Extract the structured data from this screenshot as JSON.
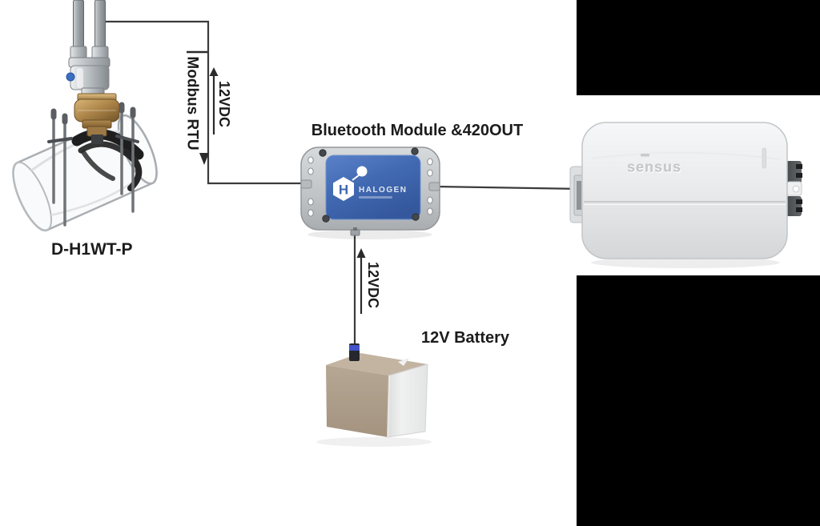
{
  "diagram": {
    "flow_sensor": {
      "label": "D-H1WT-P"
    },
    "module": {
      "title": "Bluetooth Module &420OUT",
      "logo_letter": "H",
      "logo_text": "HALOGEN"
    },
    "receiver": {
      "brand": "sensus"
    },
    "battery": {
      "label": "12V Battery"
    },
    "links": {
      "modbus_label": "Modbus RTU",
      "power_label_top": "12VDC",
      "power_label_battery": "12VDC"
    },
    "colors": {
      "wire": "#3b3b3b",
      "module_label_blue": "#3f68b0",
      "brass": "#b08a4e",
      "battery_tan": "#b0a18e",
      "redaction_black": "#000000"
    }
  }
}
